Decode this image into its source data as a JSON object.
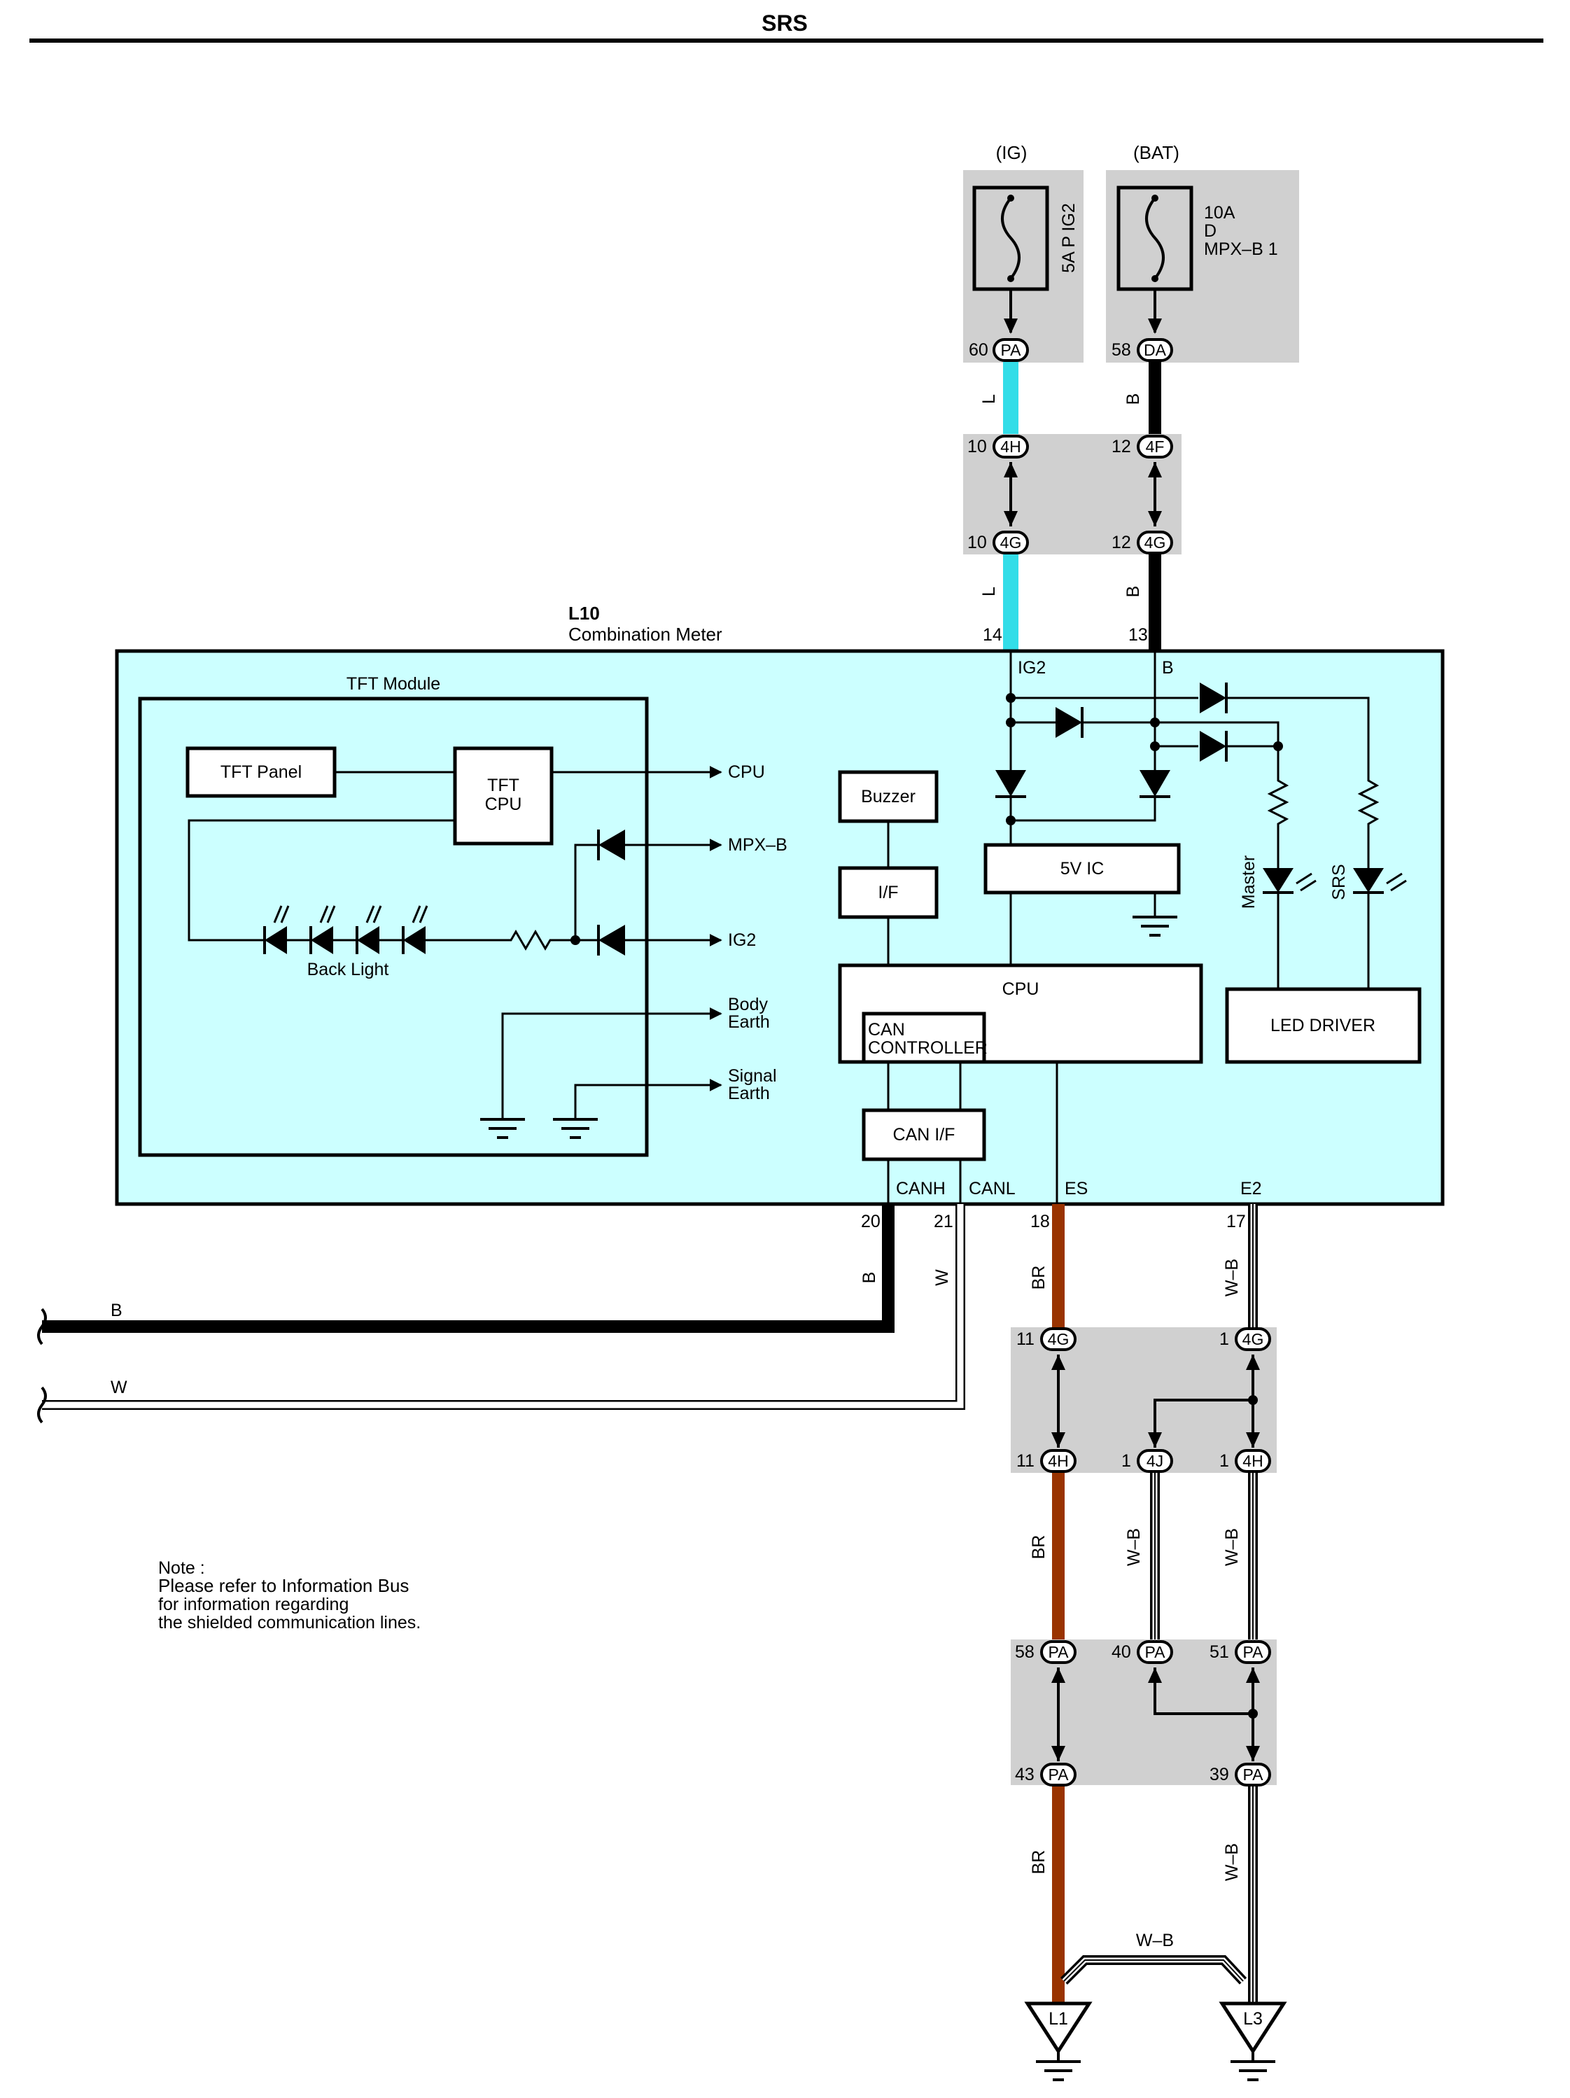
{
  "header": {
    "title": "SRS"
  },
  "colors": {
    "meter_fill": "#ccffff",
    "connector_box": "#d0d0d0",
    "wire_L": "#33dde8",
    "wire_B": "#000000",
    "wire_BR": "#993300",
    "wire_W": "#ffffff",
    "wire_WB": "#ffffff"
  },
  "power": {
    "ig": {
      "label": "(IG)",
      "fuse": "5A P IG2",
      "pin": "60",
      "connector": "PA",
      "wire": "L"
    },
    "bat": {
      "label": "(BAT)",
      "fuse_lines": [
        "10A",
        "D",
        "MPX–B 1"
      ],
      "pin": "58",
      "connector": "DA",
      "wire": "B"
    }
  },
  "upper_junction": {
    "ig_top": {
      "pin": "10",
      "connector": "4H"
    },
    "ig_bottom": {
      "pin": "10",
      "connector": "4G"
    },
    "bat_top": {
      "pin": "12",
      "connector": "4F"
    },
    "bat_bottom": {
      "pin": "12",
      "connector": "4G"
    },
    "ig_wire": "L",
    "bat_wire": "B"
  },
  "meter": {
    "code": "L10",
    "name": "Combination Meter",
    "pin_ig2": "14",
    "pin_b": "13",
    "label_ig2": "IG2",
    "label_b": "B",
    "tft_module": "TFT Module",
    "tft_panel": "TFT Panel",
    "tft_cpu": [
      "TFT",
      "CPU"
    ],
    "back_light": "Back Light",
    "outputs": [
      "CPU",
      "MPX–B",
      "IG2"
    ],
    "body_earth": [
      "Body",
      "Earth"
    ],
    "signal_earth": [
      "Signal",
      "Earth"
    ],
    "buzzer": "Buzzer",
    "if": "I/F",
    "ic5v": "5V IC",
    "cpu": "CPU",
    "can_controller": [
      "CAN",
      "CONTROLLER"
    ],
    "can_if": "CAN I/F",
    "master": "Master",
    "srs": "SRS",
    "led_driver": "LED DRIVER",
    "bottom_labels": [
      "CANH",
      "CANL",
      "ES",
      "E2"
    ],
    "bottom_pins": [
      "20",
      "21",
      "18",
      "17"
    ],
    "bottom_wires": [
      "B",
      "W",
      "BR",
      "W–B"
    ]
  },
  "bus_lines": {
    "b": "B",
    "w": "W"
  },
  "lower_junction1": {
    "left_top": {
      "pin": "11",
      "connector": "4G"
    },
    "right_top": {
      "pin": "1",
      "connector": "4G"
    },
    "left_bottom": {
      "pin": "11",
      "connector": "4H"
    },
    "mid_bottom": {
      "pin": "1",
      "connector": "4J"
    },
    "right_bottom": {
      "pin": "1",
      "connector": "4H"
    }
  },
  "mid_wires": {
    "left": "BR",
    "mid": "W–B",
    "right": "W–B"
  },
  "lower_junction2": {
    "left_top": {
      "pin": "58",
      "connector": "PA"
    },
    "mid_top": {
      "pin": "40",
      "connector": "PA"
    },
    "right_top": {
      "pin": "51",
      "connector": "PA"
    },
    "left_bottom": {
      "pin": "43",
      "connector": "PA"
    },
    "right_bottom": {
      "pin": "39",
      "connector": "PA"
    }
  },
  "bottom_wires": {
    "left": "BR",
    "right": "W–B",
    "cross": "W–B"
  },
  "grounds": {
    "left": "L1",
    "right": "L3"
  },
  "note": [
    "Note :",
    "Please refer to Information Bus",
    "for information regarding",
    "the shielded communication lines."
  ]
}
